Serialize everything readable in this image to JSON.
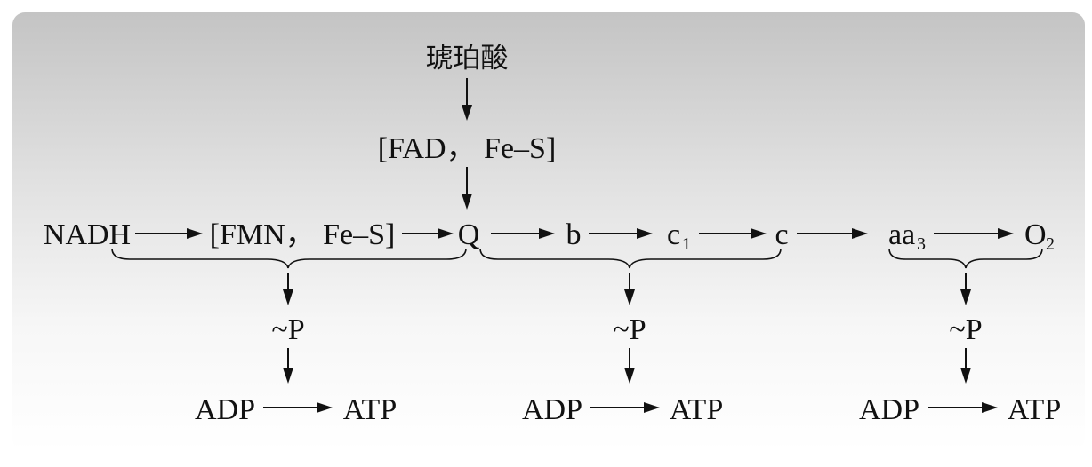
{
  "diagram": {
    "succinate": "琥珀酸",
    "fad_complex": "[FAD， Fe–S]",
    "nadh": "NADH",
    "fmn_complex": "[FMN， Fe–S]",
    "q": "Q",
    "b": "b",
    "c1": {
      "base": "c",
      "sub": "1"
    },
    "c": "c",
    "aa3": {
      "base": "aa",
      "sub": "3"
    },
    "o2": {
      "base": "O",
      "sub": "2"
    },
    "phosphate": "~P",
    "adp": "ADP",
    "atp": "ATP"
  }
}
